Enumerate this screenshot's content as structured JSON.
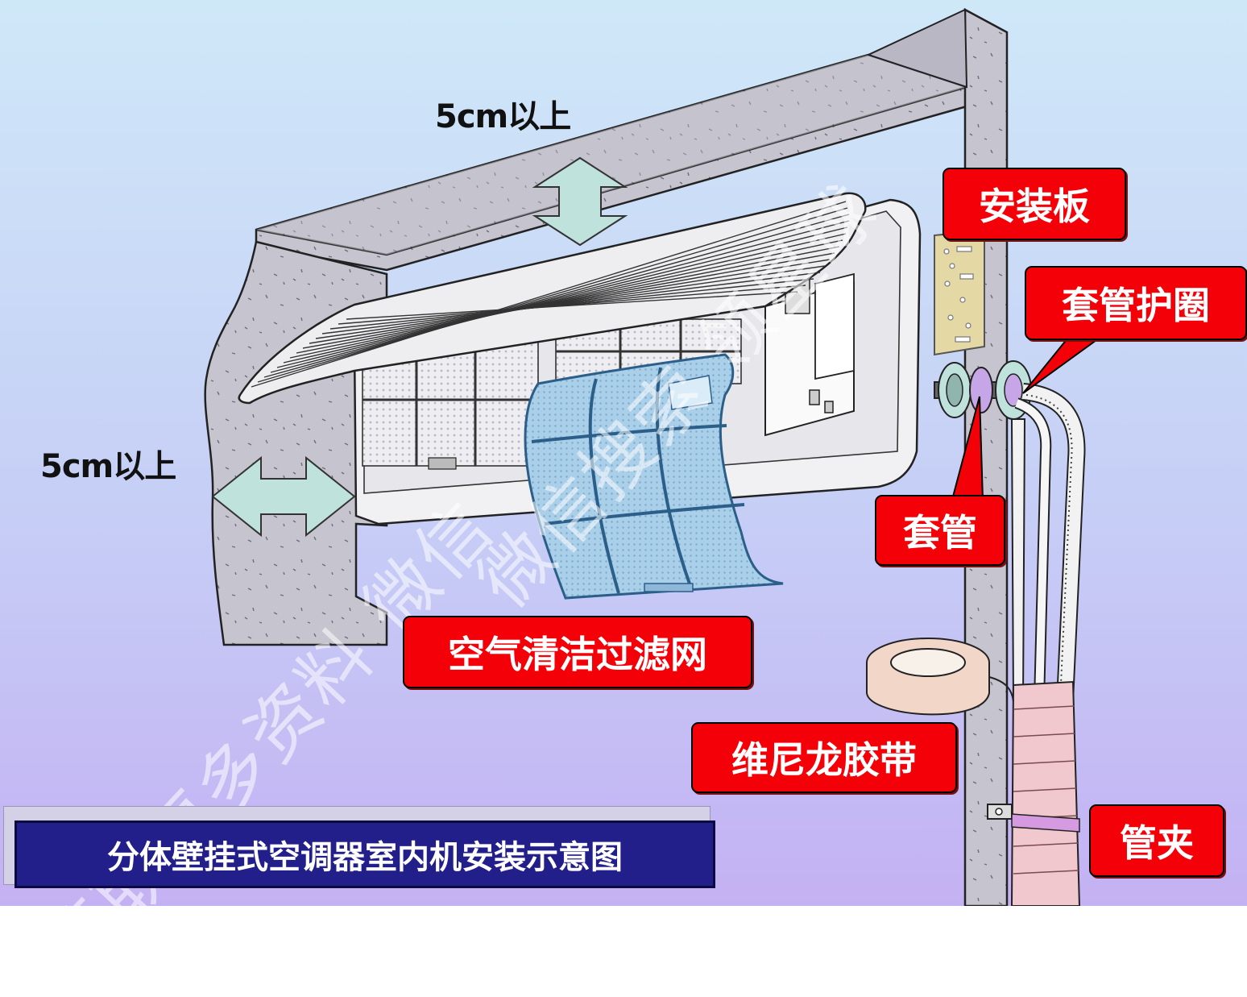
{
  "labels": {
    "top_clearance": "5cm以上",
    "side_clearance": "5cm以上"
  },
  "callouts": {
    "mounting_plate": "安装板",
    "sleeve_ring": "套管护圈",
    "sleeve": "套管",
    "air_filter": "空气清洁过滤网",
    "vinyl_tape": "维尼龙胶带",
    "pipe_clamp": "管夹"
  },
  "title": "分体壁挂式空调器室内机安装示意图",
  "watermark": {
    "text_1": "微信搜索 领星球",
    "text_2": "获取更多资料 微信"
  },
  "colors": {
    "callout_bg": "#f40008",
    "title_bg": "#221f8a",
    "background_top": "#cfe7f7",
    "background_bottom": "#c4b2f3",
    "arrow_fill": "#bfe3dc",
    "filter_fill": "#a9cfe9"
  }
}
